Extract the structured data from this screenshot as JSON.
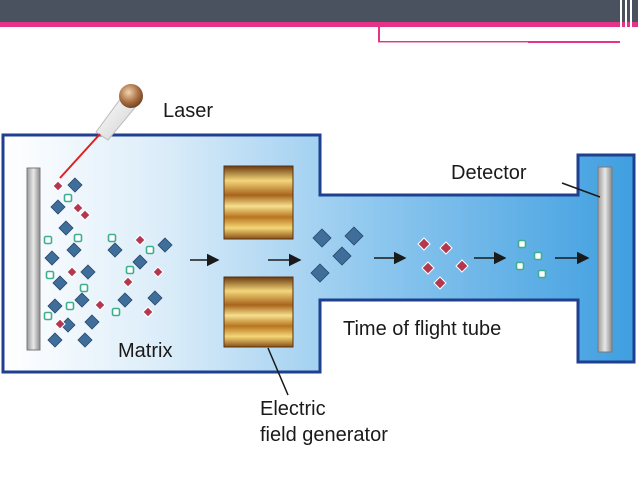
{
  "labels": {
    "laser": "Laser",
    "detector": "Detector",
    "matrix": "Matrix",
    "tof_tube": "Time of flight tube",
    "efg_line1": "Electric",
    "efg_line2": "field generator"
  },
  "colors": {
    "header_bar": "#4a5260",
    "accent_pink": "#e6338a",
    "chamber_outline": "#1f3f8f",
    "chamber_fill": "#4aa6e0",
    "ion_diamond": "#3f6e9a",
    "ion_red": "#b3384e",
    "ion_green": "#3fae8e",
    "laser_beam": "#e02020"
  }
}
